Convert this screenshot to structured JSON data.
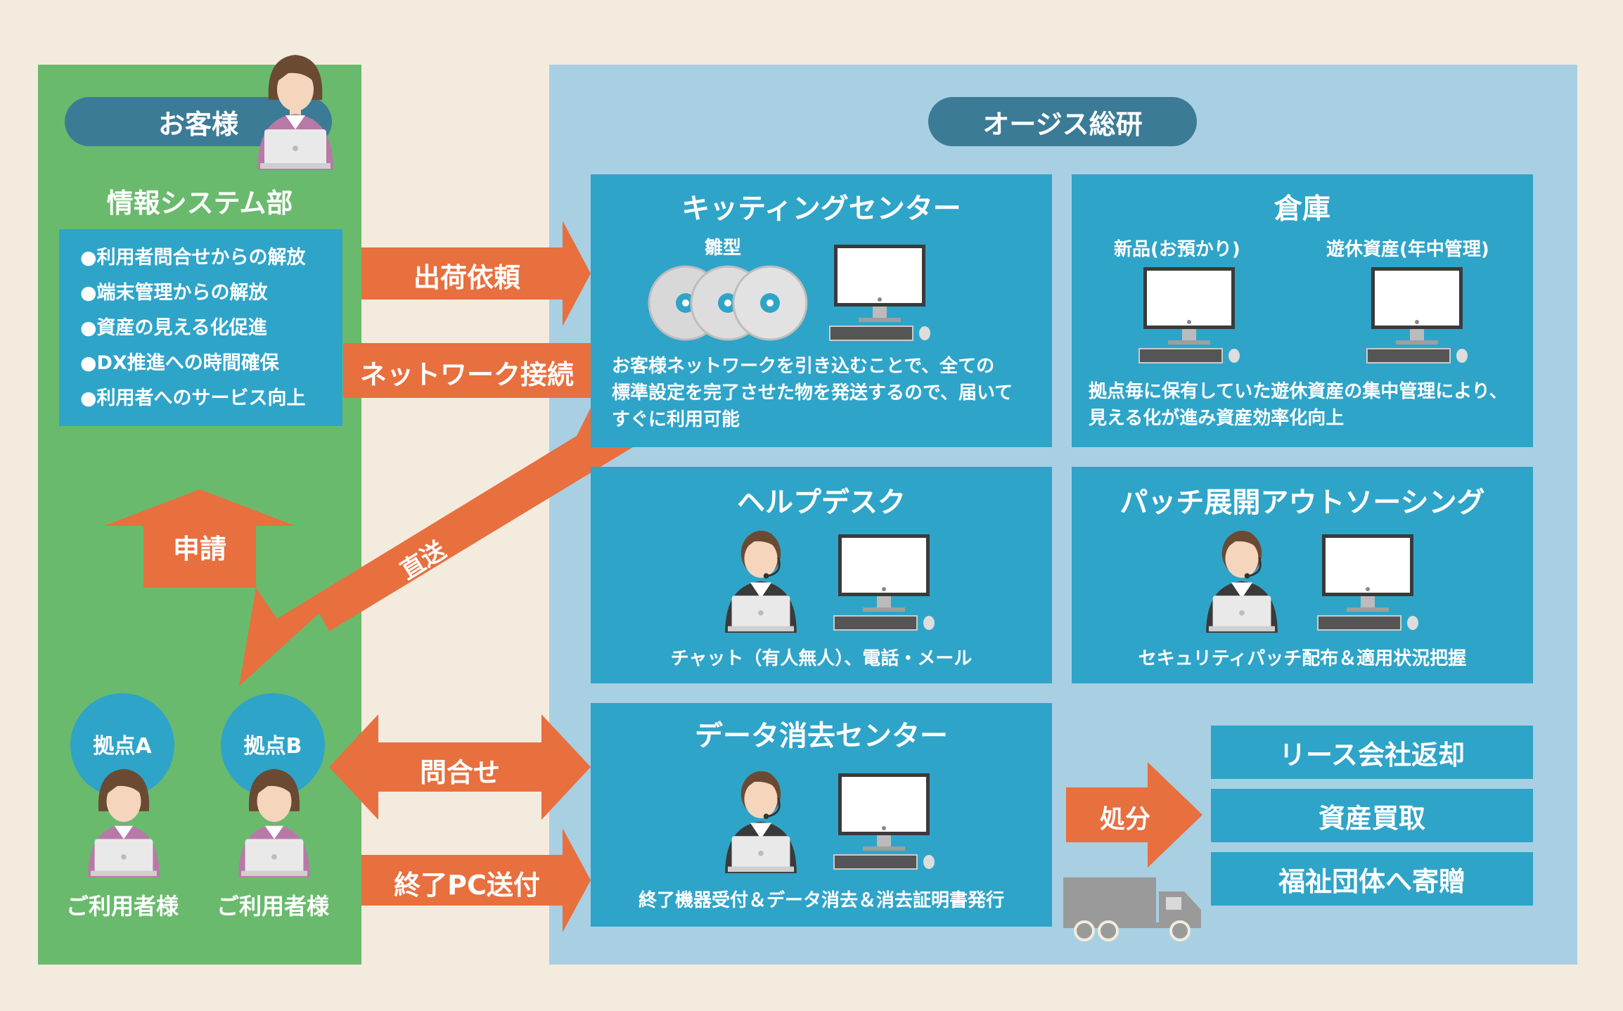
{
  "customer": {
    "pill": "お客様",
    "dept": "情報システム部",
    "benefits": [
      "●利用者問合せからの解放",
      "●端末管理からの解放",
      "●資産の見える化促進",
      "●DX推進への時間確保",
      "●利用者へのサービス向上"
    ],
    "apply": "申請",
    "site_a": "拠点A",
    "site_b": "拠点B",
    "user_a": "ご利用者様",
    "user_b": "ご利用者様"
  },
  "arrows": {
    "ship_request": "出荷依頼",
    "network": "ネットワーク接続",
    "direct": "直送",
    "inquiry": "問合せ",
    "return_pc": "終了PC送付",
    "disposal": "処分"
  },
  "oasys": {
    "pill": "オージス総研",
    "kitting": {
      "title": "キッティングセンター",
      "model": "雛型",
      "desc": [
        "お客様ネットワークを引き込むことで、全ての",
        "標準設定を完了させた物を発送するので、届いて",
        "すぐに利用可能"
      ]
    },
    "warehouse": {
      "title": "倉庫",
      "new": "新品(お預かり)",
      "idle": "遊休資産(年中管理)",
      "desc": [
        "拠点毎に保有していた遊休資産の集中管理により、",
        "見える化が進み資産効率化向上"
      ]
    },
    "helpdesk": {
      "title": "ヘルプデスク",
      "desc": "チャット（有人無人）、電話・メール"
    },
    "patch": {
      "title": "パッチ展開アウトソーシング",
      "desc": "セキュリティパッチ配布＆適用状況把握"
    },
    "erase": {
      "title": "データ消去センター",
      "desc": "終了機器受付＆データ消去＆消去証明書発行"
    },
    "destinations": [
      "リース会社返却",
      "資産買取",
      "福祉団体へ寄贈"
    ]
  },
  "colors": {
    "background": "#f3ebde",
    "customer_panel": "#6aba6d",
    "oasys_panel": "#a9cfe2",
    "box": "#2fa4c9",
    "pill": "#3c7b96",
    "arrow": "#e86f3e"
  }
}
